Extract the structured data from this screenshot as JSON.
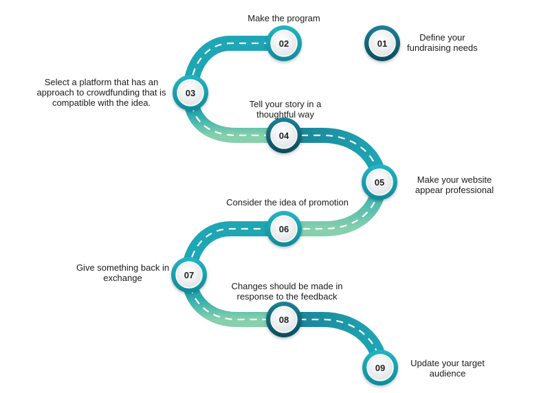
{
  "colors": {
    "road_light": "#86d0ac",
    "road_teal": "#1fa6b5",
    "road_dark": "#155f73",
    "ring_outer": "#16a5b4",
    "ring_dark": "#10606f"
  },
  "steps": [
    {
      "num": "01",
      "text": [
        "Define your",
        "fundraising needs"
      ],
      "tone": "dark"
    },
    {
      "num": "02",
      "text": [
        "Make the program"
      ],
      "tone": "teal"
    },
    {
      "num": "03",
      "text": [
        "Select a platform that has an",
        "approach to crowdfunding that is",
        "compatible with the idea."
      ],
      "tone": "teal"
    },
    {
      "num": "04",
      "text": [
        "Tell your story in a",
        "thoughtful way"
      ],
      "tone": "dark"
    },
    {
      "num": "05",
      "text": [
        "Make your website",
        "appear professional"
      ],
      "tone": "teal"
    },
    {
      "num": "06",
      "text": [
        "Consider the idea of promotion"
      ],
      "tone": "teal"
    },
    {
      "num": "07",
      "text": [
        "Give something back in",
        "exchange"
      ],
      "tone": "teal"
    },
    {
      "num": "08",
      "text": [
        "Changes should be made in",
        "response to the feedback"
      ],
      "tone": "dark"
    },
    {
      "num": "09",
      "text": [
        "Update your target",
        "audience"
      ],
      "tone": "teal"
    }
  ]
}
